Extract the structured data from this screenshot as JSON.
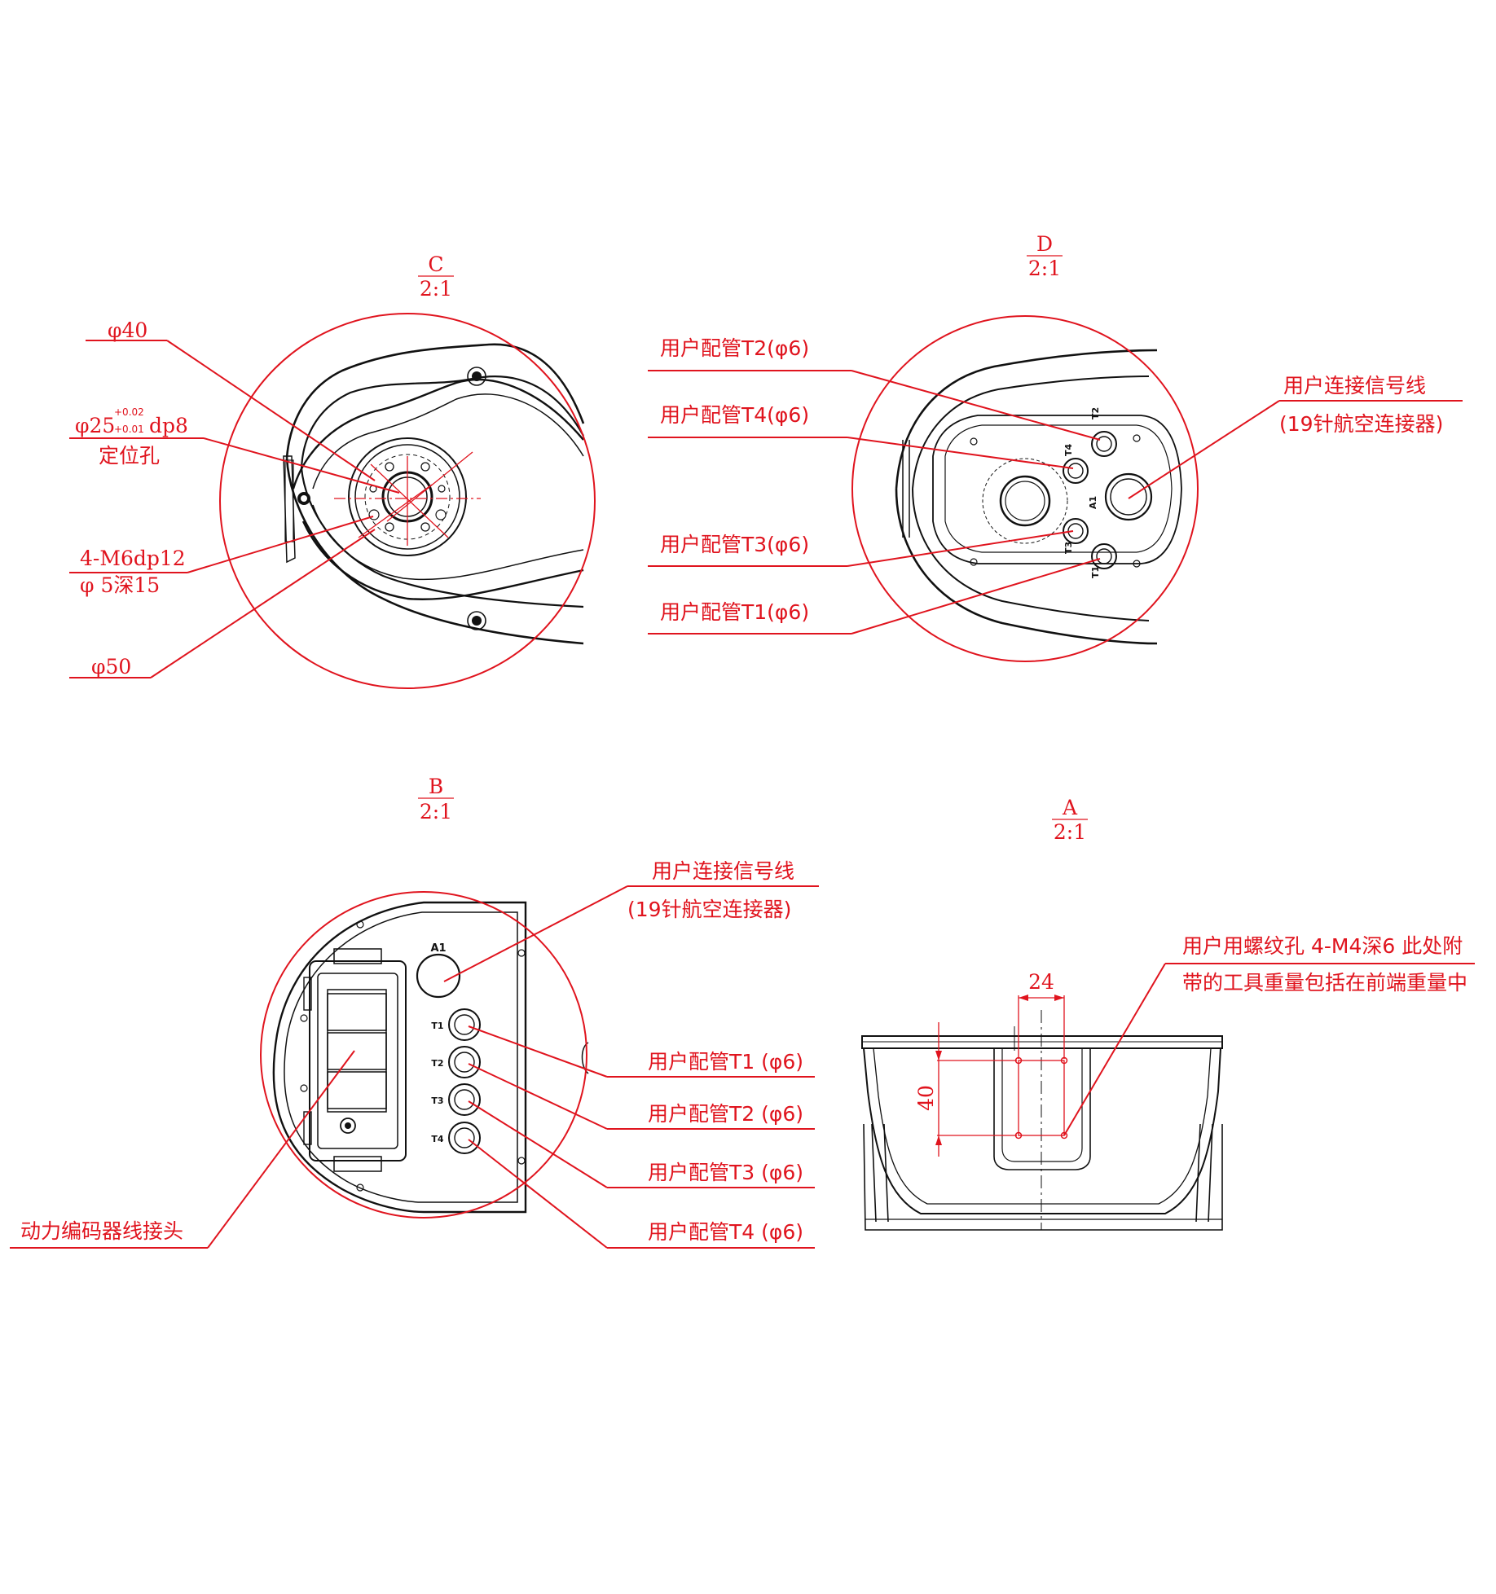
{
  "views": {
    "c": {
      "name": "C",
      "scale": "2:1",
      "labels": {
        "d40": "φ40",
        "d25": "φ25",
        "tol_upper": "+0.02",
        "tol_lower": "+0.01",
        "depth": "dp8",
        "locating_hole": "定位孔",
        "thread": "4-M6dp12",
        "thread_sub": "φ 5深15",
        "d50": "φ50"
      }
    },
    "d": {
      "name": "D",
      "scale": "2:1",
      "labels": {
        "t2": "用户配管T2(φ6)",
        "t4": "用户配管T4(φ6)",
        "t3": "用户配管T3(φ6)",
        "t1": "用户配管T1(φ6)",
        "signal": "用户连接信号线",
        "signal_sub": "(19针航空连接器)"
      },
      "port_marks": {
        "t2": "T2",
        "t4": "T4",
        "a1": "A1",
        "t3": "T3",
        "t1": "T1"
      }
    },
    "b": {
      "name": "B",
      "scale": "2:1",
      "labels": {
        "signal": "用户连接信号线",
        "signal_sub": "(19针航空连接器)",
        "power": "动力编码器线接头",
        "t1": "用户配管T1 (φ6)",
        "t2": "用户配管T2 (φ6)",
        "t3": "用户配管T3 (φ6)",
        "t4": "用户配管T4 (φ6)"
      },
      "port_marks": {
        "a1": "A1",
        "t1": "T1",
        "t2": "T2",
        "t3": "T3",
        "t4": "T4"
      }
    },
    "a": {
      "name": "A",
      "scale": "2:1",
      "labels": {
        "note_line1": "用户用螺纹孔 4-M4深6 此处附",
        "note_line2": "带的工具重量包括在前端重量中",
        "dim_width": "24",
        "dim_height": "40"
      }
    }
  },
  "colors": {
    "annotation": "#e0141e",
    "outline": "#111111"
  }
}
